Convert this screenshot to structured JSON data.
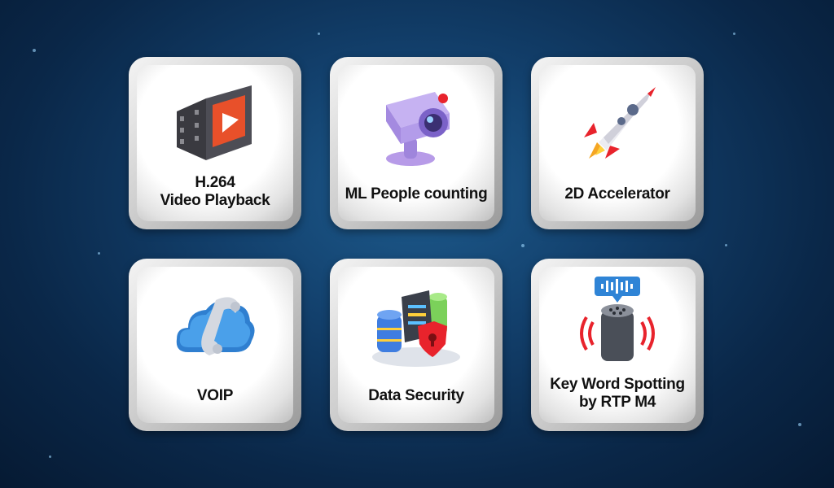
{
  "tiles": [
    {
      "icon": "video-film-icon",
      "lines": [
        "H.264",
        "Video Playback"
      ]
    },
    {
      "icon": "security-camera-icon",
      "lines": [
        "ML People counting"
      ]
    },
    {
      "icon": "rocket-icon",
      "lines": [
        "2D Accelerator"
      ]
    },
    {
      "icon": "cloud-phone-icon",
      "lines": [
        "VOIP"
      ]
    },
    {
      "icon": "server-shield-icon",
      "lines": [
        "Data Security"
      ]
    },
    {
      "icon": "smart-speaker-icon",
      "lines": [
        "Key Word Spotting",
        "by RTP M4"
      ]
    }
  ],
  "colors": {
    "accent_red": "#e8232c",
    "accent_blue": "#2f84d6",
    "background_blue": "#123f6b"
  }
}
